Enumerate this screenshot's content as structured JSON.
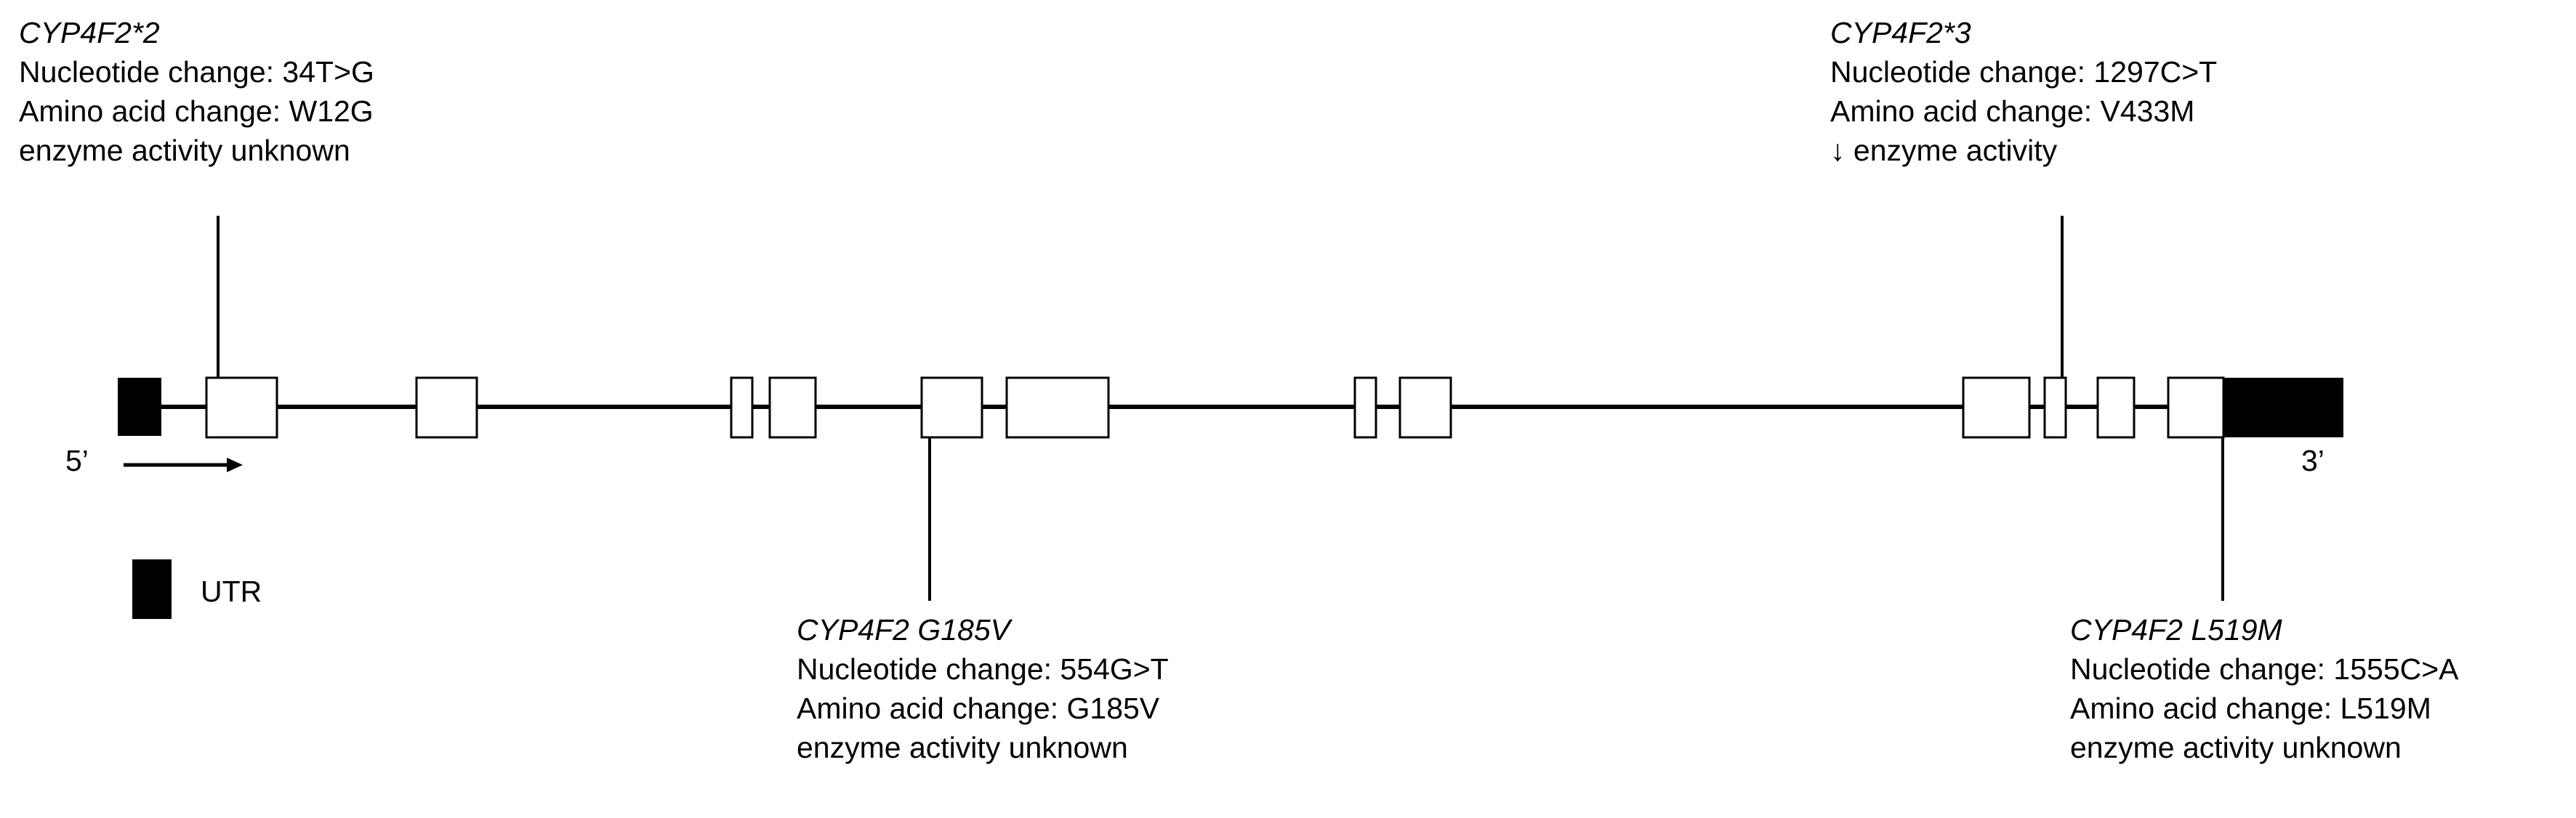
{
  "colors": {
    "line": "#000000",
    "exon_fill": "#ffffff",
    "utr_fill": "#000000",
    "text": "#000000"
  },
  "gene": {
    "five_prime_label": "5’",
    "three_prime_label": "3’",
    "direction_icon": "arrow-right-icon",
    "exon_count": 13
  },
  "legend": {
    "utr_label": "UTR"
  },
  "variants": [
    {
      "name": "CYP4F2*2",
      "nucleotide": "Nucleotide change: 34T>G",
      "amino_acid": "Amino acid change: W12G",
      "activity": "enzyme activity unknown"
    },
    {
      "name": "CYP4F2*3",
      "nucleotide": "Nucleotide change: 1297C>T",
      "amino_acid": "Amino acid change: V433M",
      "activity": "↓ enzyme activity"
    },
    {
      "name": "CYP4F2 G185V",
      "nucleotide": "Nucleotide change: 554G>T",
      "amino_acid": "Amino acid change: G185V",
      "activity": "enzyme activity unknown"
    },
    {
      "name": "CYP4F2 L519M",
      "nucleotide": "Nucleotide change: 1555C>A",
      "amino_acid": "Amino acid change: L519M",
      "activity": "enzyme activity unknown"
    }
  ]
}
